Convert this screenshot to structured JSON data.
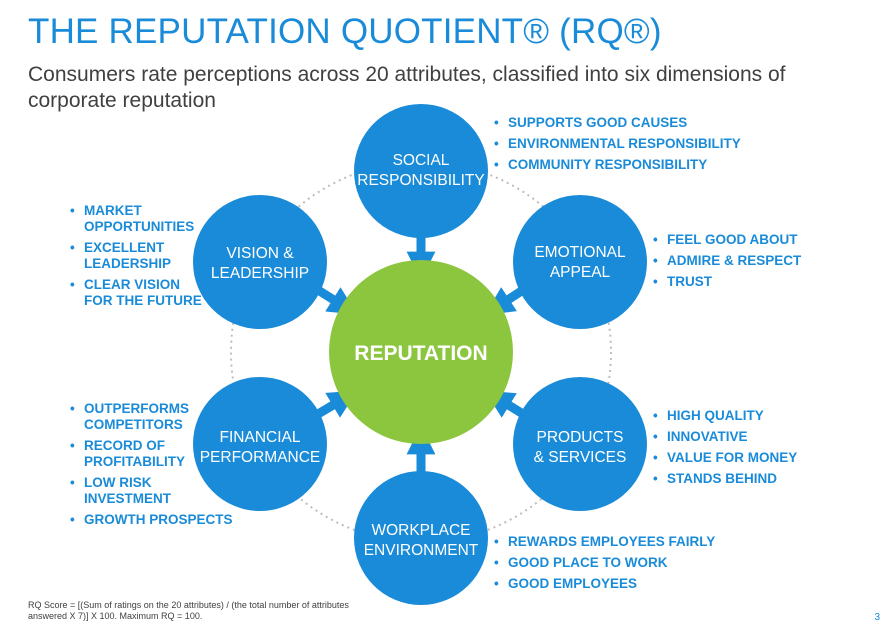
{
  "title": "THE REPUTATION QUOTIENT® (RQ®)",
  "subtitle": "Consumers rate perceptions across 20 attributes, classified into six dimensions of corporate reputation",
  "center": {
    "label": "REPUTATION"
  },
  "dimensions": [
    {
      "line1": "SOCIAL",
      "line2": "RESPONSIBILITY",
      "attributes": [
        "SUPPORTS GOOD CAUSES",
        "ENVIRONMENTAL RESPONSIBILITY",
        "COMMUNITY RESPONSIBILITY"
      ]
    },
    {
      "line1": "EMOTIONAL",
      "line2": "APPEAL",
      "attributes": [
        "FEEL GOOD ABOUT",
        "ADMIRE & RESPECT",
        "TRUST"
      ]
    },
    {
      "line1": "PRODUCTS",
      "line2": "& SERVICES",
      "attributes": [
        "HIGH QUALITY",
        "INNOVATIVE",
        "VALUE FOR MONEY",
        "STANDS BEHIND"
      ]
    },
    {
      "line1": "WORKPLACE",
      "line2": "ENVIRONMENT",
      "attributes": [
        "REWARDS EMPLOYEES FAIRLY",
        "GOOD PLACE TO WORK",
        "GOOD EMPLOYEES"
      ]
    },
    {
      "line1": "FINANCIAL",
      "line2": "PERFORMANCE",
      "attributes": [
        "OUTPERFORMS\nCOMPETITORS",
        "RECORD OF\nPROFITABILITY",
        "LOW RISK\nINVESTMENT",
        "GROWTH PROSPECTS"
      ]
    },
    {
      "line1": "VISION &",
      "line2": "LEADERSHIP",
      "attributes": [
        "MARKET\nOPPORTUNITIES",
        "EXCELLENT\nLEADERSHIP",
        "CLEAR VISION\nFOR THE FUTURE"
      ]
    }
  ],
  "footnote": "RQ Score = [(Sum of ratings on the 20 attributes) / (the total number of attributes answered X 7)] X 100. Maximum RQ = 100.",
  "page_number": "3",
  "colors": {
    "blue": "#1a8bd8",
    "green": "#8cc63f",
    "dots": "#bdbdbd",
    "text": "#404040"
  }
}
